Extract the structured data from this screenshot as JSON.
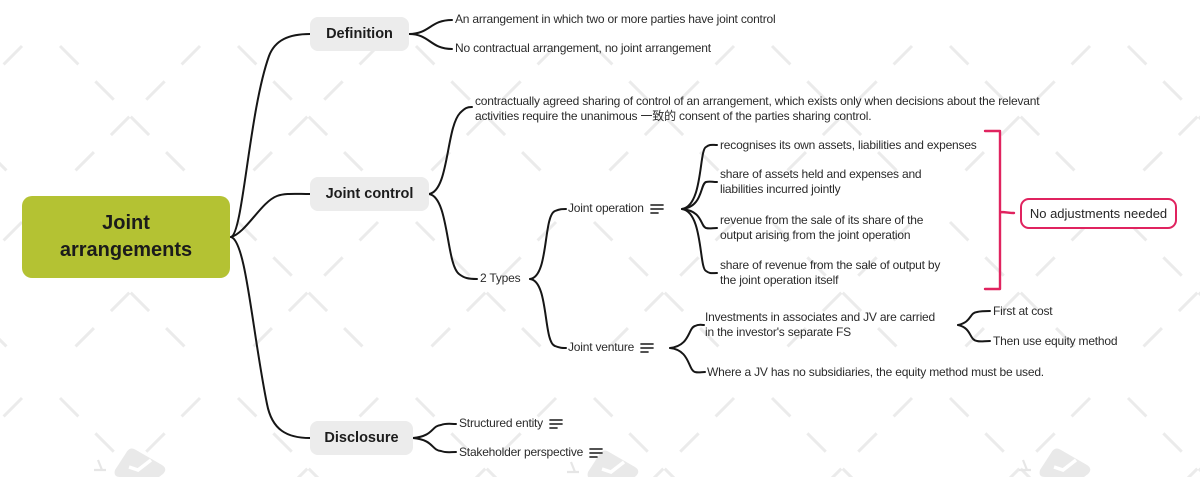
{
  "root": {
    "label_line1": "Joint",
    "label_line2": "arrangements"
  },
  "colors": {
    "root_bg": "#b4c233",
    "branch_bg": "#ececec",
    "connector": "#161616",
    "callout_accent": "#e0235f",
    "text": "#262626",
    "watermark": "#e9e9e9"
  },
  "definition": {
    "label": "Definition",
    "children": [
      {
        "lines": [
          "An arrangement in which two or more parties have joint control"
        ]
      },
      {
        "lines": [
          "No contractual arrangement, no joint arrangement"
        ]
      }
    ]
  },
  "joint_control": {
    "label": "Joint control",
    "definition": {
      "lines": [
        "contractually agreed sharing of control of an arrangement, which exists only when decisions about the relevant",
        "activities require the unanimous 一致的 consent of the parties sharing control."
      ]
    },
    "types": {
      "label": "2 Types",
      "joint_operation": {
        "label": "Joint operation",
        "children": [
          {
            "lines": [
              "recognises its own assets, liabilities and expenses"
            ]
          },
          {
            "lines": [
              "share of assets held and expenses and",
              "liabilities incurred jointly"
            ]
          },
          {
            "lines": [
              "revenue from the sale of its share of the",
              "output arising from the joint operation"
            ]
          },
          {
            "lines": [
              "share of revenue from the sale of output by",
              "the joint operation itself"
            ]
          }
        ],
        "callout": {
          "label": "No adjustments needed"
        }
      },
      "joint_venture": {
        "label": "Joint venture",
        "children": [
          {
            "lines": [
              "Investments in associates and JV are carried",
              "in the investor's separate FS"
            ],
            "children": [
              {
                "lines": [
                  "First at cost"
                ]
              },
              {
                "lines": [
                  "Then use equity method"
                ]
              }
            ]
          },
          {
            "lines": [
              "Where a JV has no subsidiaries, the equity method must be used."
            ]
          }
        ]
      }
    }
  },
  "disclosure": {
    "label": "Disclosure",
    "children": [
      {
        "lines": [
          "Structured entity"
        ]
      },
      {
        "lines": [
          "Stakeholder perspective"
        ]
      }
    ]
  }
}
